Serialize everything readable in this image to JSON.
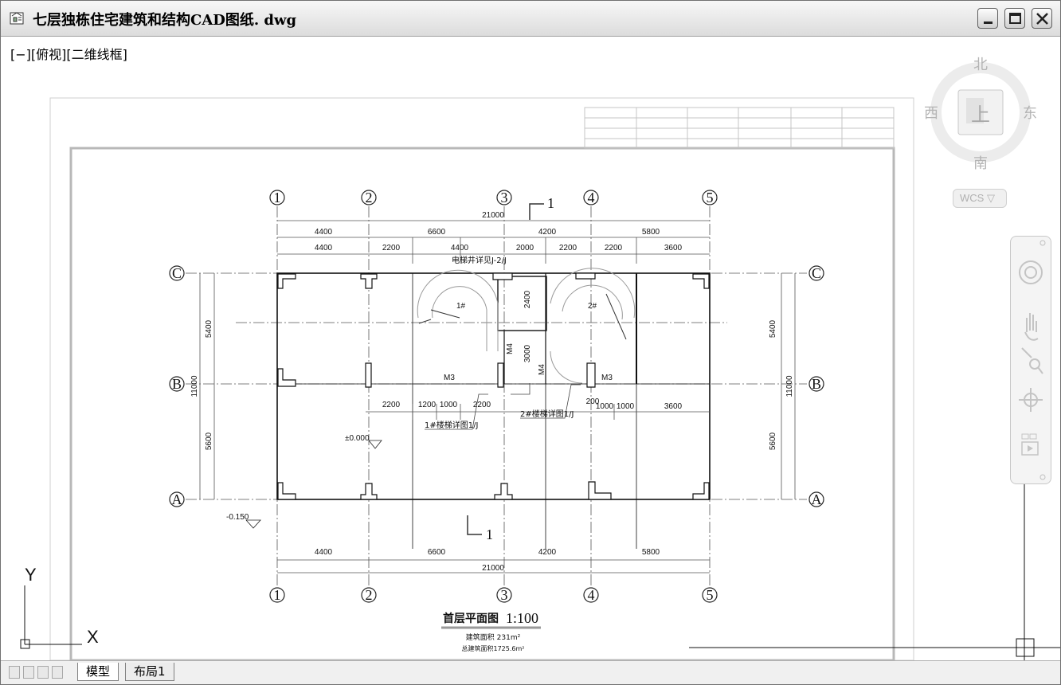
{
  "window": {
    "title": "七层独栋住宅建筑和结构CAD图纸. dwg"
  },
  "viewport": {
    "label": "[−][俯视][二维线框]"
  },
  "viewcube": {
    "north": "北",
    "south": "南",
    "east": "东",
    "west": "西",
    "face": "上",
    "wcs": "WCS"
  },
  "drawing": {
    "grid_cols": [
      "1",
      "2",
      "3",
      "4",
      "5"
    ],
    "grid_rows": [
      "C",
      "B",
      "A"
    ],
    "dims_top_total": "21000",
    "dims_top_row1": [
      "4400",
      "6600",
      "4200",
      "5800"
    ],
    "dims_top_row2": [
      "4400",
      "2200",
      "4400",
      "2000",
      "2200",
      "2200",
      "3600"
    ],
    "dims_mid": [
      "2200",
      "1200",
      "1000",
      "2200",
      "200",
      "1000",
      "1000",
      "3600"
    ],
    "dims_bottom_row": [
      "4400",
      "6600",
      "4200",
      "5800"
    ],
    "dims_bottom_total": "21000",
    "dims_left": [
      "5400",
      "5600"
    ],
    "dims_left_total": "11000",
    "dims_right": [
      "5400",
      "5600"
    ],
    "dims_right_total": "11000",
    "stair1": "1#",
    "stair2": "2#",
    "dim_2400": "2400",
    "dim_3000": "3000",
    "door_m3a": "M3",
    "door_m3b": "M3",
    "door_m4a": "M4",
    "door_m4b": "M4",
    "stair_note_top": "电梯井详见J-2/J",
    "stair1_note": "1#楼梯详图1/J",
    "stair2_note": "2#楼梯详图1/J",
    "level_floor": "±0.000",
    "level_ground": "-0.150",
    "section_mark": "1",
    "title": "首层平面图",
    "scale": "1:100",
    "area1": "建筑面积 231m²",
    "area2": "总建筑面积1725.6m²"
  },
  "ucs": {
    "x": "X",
    "y": "Y"
  },
  "tabs": [
    "模型",
    "布局1"
  ]
}
